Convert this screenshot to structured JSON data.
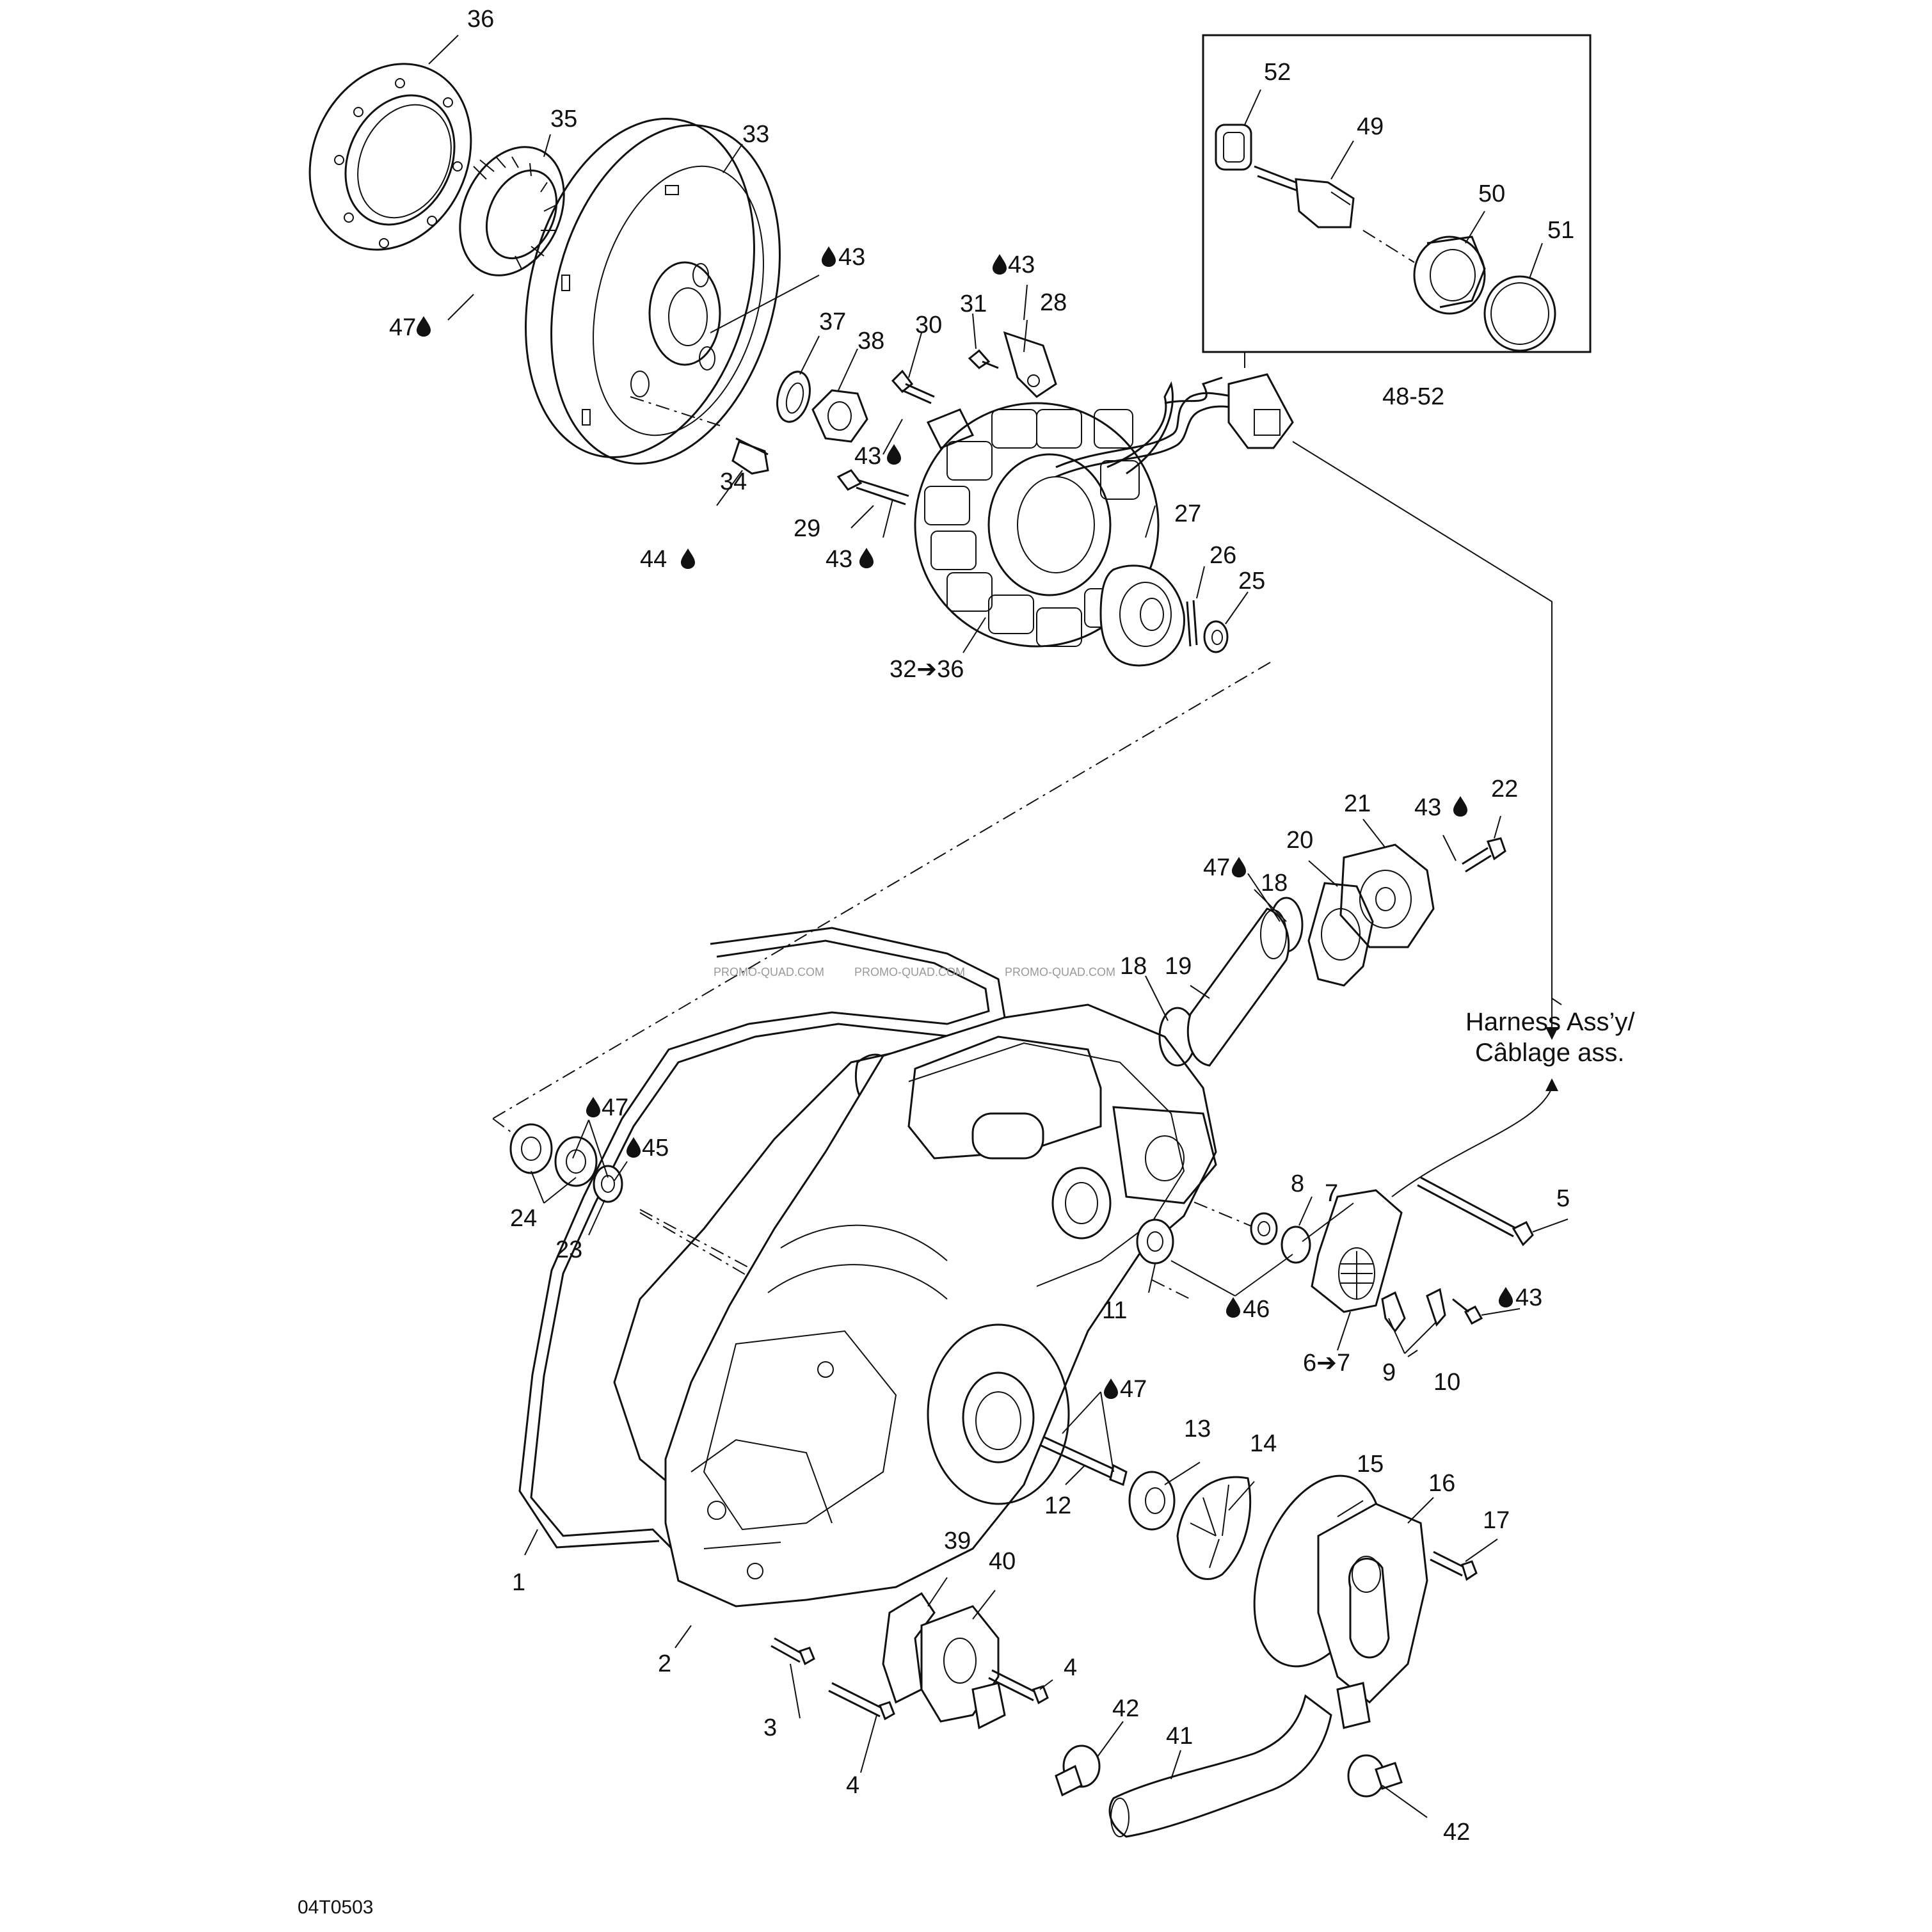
{
  "diagram_id": "04T0503",
  "watermark": "PROMO-QUAD.COM",
  "harness_label_line1": "Harness Ass’y/",
  "harness_label_line2": "Câblage ass.",
  "inset_range_label": "48-52",
  "icons": {
    "lubricant": "oil-drop-icon"
  },
  "labels": {
    "l36": "36",
    "l35": "35",
    "l33": "33",
    "l47a": "47",
    "l43a": "43",
    "l37": "37",
    "l38": "38",
    "l30": "30",
    "l31": "31",
    "l43b": "43",
    "l28": "28",
    "l43c": "43",
    "l34": "34",
    "l44": "44",
    "l29": "29",
    "l43d": "43",
    "l27": "27",
    "l26": "26",
    "l25": "25",
    "l3236": "32➔36",
    "l52": "52",
    "l49": "49",
    "l50": "50",
    "l51": "51",
    "l22": "22",
    "l21": "21",
    "l43e": "43",
    "l20": "20",
    "l47b": "47",
    "l18a": "18",
    "l19": "19",
    "l18b": "18",
    "l47c": "47",
    "l45": "45",
    "l24": "24",
    "l23": "23",
    "l8": "8",
    "l7": "7",
    "l5": "5",
    "l11": "11",
    "l46": "46",
    "l43f": "43",
    "l67": "6➔7",
    "l9": "9",
    "l10": "10",
    "l47d": "47",
    "l13": "13",
    "l14": "14",
    "l12": "12",
    "l15": "15",
    "l16": "16",
    "l17": "17",
    "l1": "1",
    "l39": "39",
    "l40": "40",
    "l2": "2",
    "l4a": "4",
    "l3": "3",
    "l4b": "4",
    "l42a": "42",
    "l41": "41",
    "l42b": "42"
  }
}
